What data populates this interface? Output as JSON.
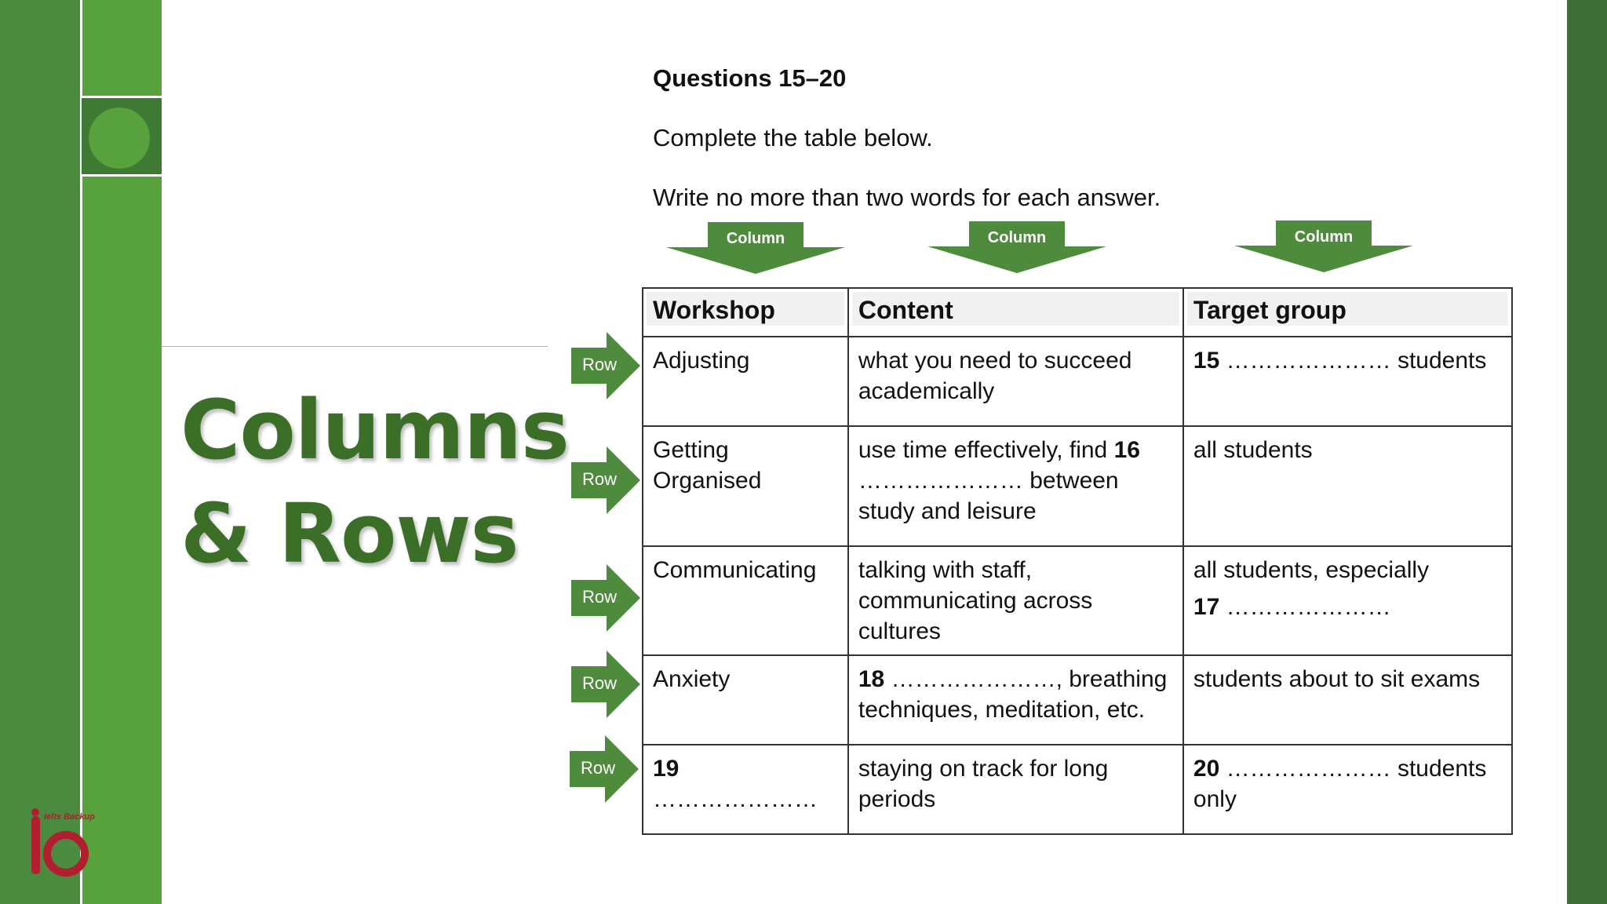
{
  "slide": {
    "title_line1": "Columns",
    "title_line2": "& Rows"
  },
  "instructions": {
    "heading": "Questions 15–20",
    "line1": "Complete the table below.",
    "line2": "Write no more than two words for each answer."
  },
  "annotations": {
    "column_label": "Column",
    "row_label": "Row"
  },
  "table": {
    "headers": [
      "Workshop",
      "Content",
      "Target group"
    ],
    "rows": [
      {
        "workshop": "Adjusting",
        "content": "what you need to succeed academically",
        "target_num": "15",
        "target_text": " ………………… students"
      },
      {
        "workshop": "Getting Organised",
        "content_pre": "use time effectively, find ",
        "content_num": "16",
        "content_post": " …………………  between study and leisure",
        "target": "all students"
      },
      {
        "workshop": "Communicating",
        "content": "talking with staff, communicating across cultures",
        "target_pre": "all students, especially",
        "target_num": "17",
        "target_text": " …………………"
      },
      {
        "workshop": "Anxiety",
        "content_num": "18",
        "content_post": " …………………, breathing techniques, meditation, etc.",
        "target": "students about to sit exams"
      },
      {
        "workshop_num": "19",
        "workshop_text": " …………………",
        "content": "staying on track for long periods",
        "target_num": "20",
        "target_text": " …………………  students only"
      }
    ]
  },
  "logo": {
    "text": "ielts Backup"
  },
  "colors": {
    "band_dark": "#4a8b3f",
    "band_light": "#58a23d",
    "title_green": "#3b6e26",
    "arrow_green": "#4f8b3d"
  }
}
